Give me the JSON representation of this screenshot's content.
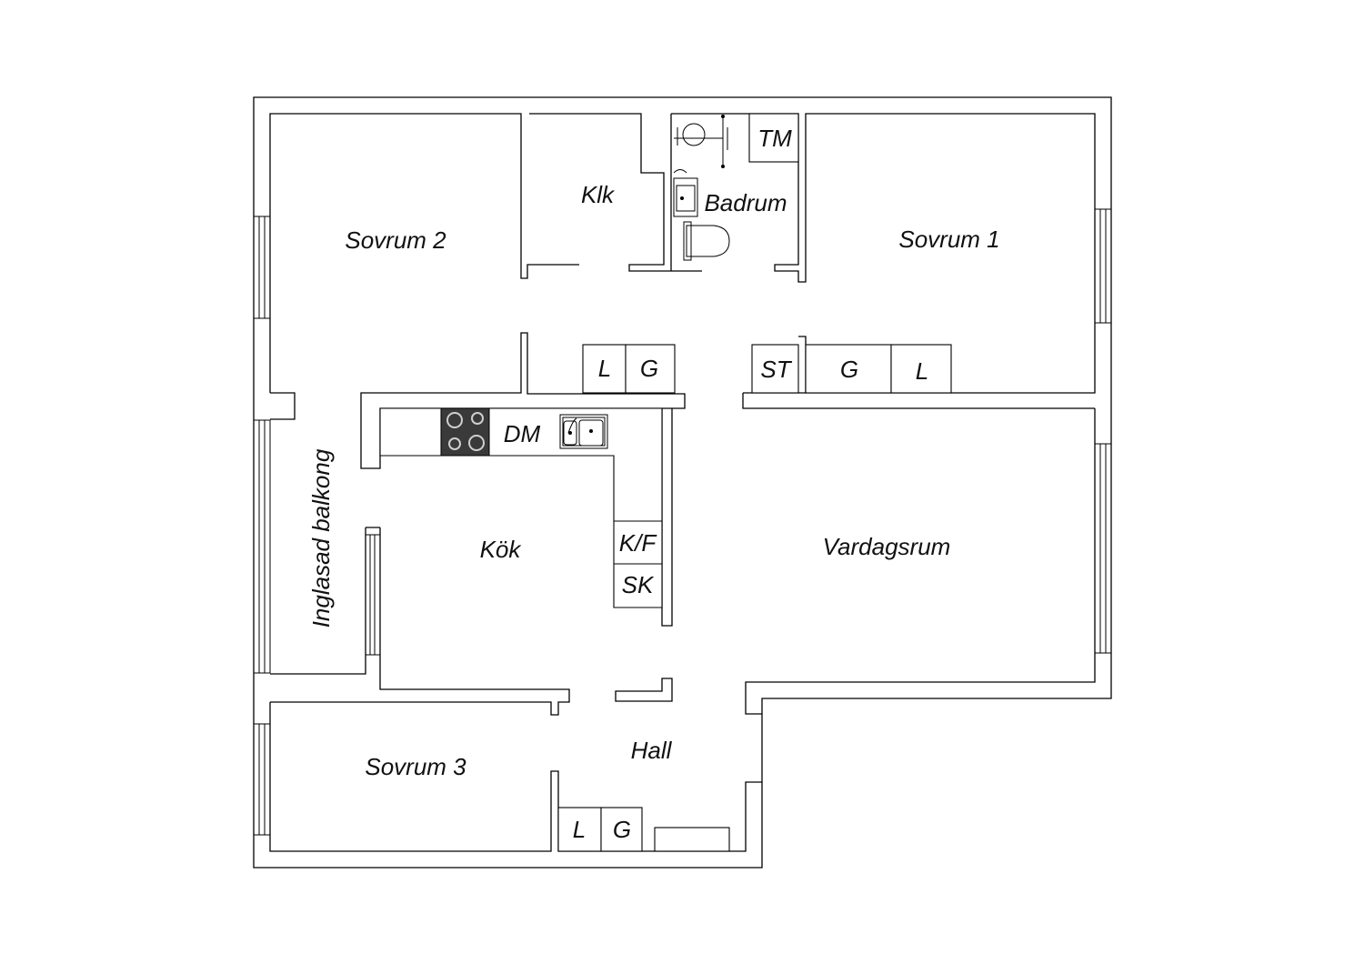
{
  "rooms": {
    "sovrum2": "Sovrum 2",
    "klk": "Klk",
    "badrum": "Badrum",
    "sovrum1": "Sovrum 1",
    "kok": "Kök",
    "vardagsrum": "Vardagsrum",
    "balkong": "Inglasad balkong",
    "sovrum3": "Sovrum 3",
    "hall": "Hall"
  },
  "fixtures": {
    "tm": "TM",
    "dm": "DM",
    "kf": "K/F",
    "sk": "SK",
    "st": "ST",
    "l": "L",
    "g": "G"
  },
  "colors": {
    "stroke": "#000000",
    "stove": "#3a3a3a",
    "background": "#ffffff"
  }
}
